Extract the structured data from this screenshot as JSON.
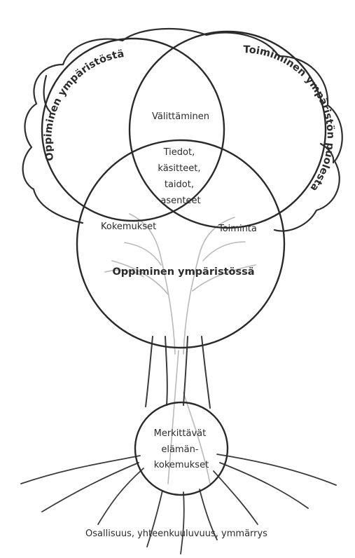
{
  "labels": {
    "left_arc": "Oppiminen ympäristöstä",
    "right_arc": "Toimiminen ympäristön puolesta",
    "bottom_circle": "Oppiminen ympäristössä",
    "top_overlap": "Välittäminen",
    "center_line1": "Tiedot,",
    "center_line2": "käsitteet,",
    "center_line3": "taidot,",
    "center_line4": "asenteet",
    "left_overlap": "Kokemukset",
    "right_overlap": "Toiminta",
    "root_line1": "Merkittävät",
    "root_line2": "elämän-",
    "root_line3": "kokemukset",
    "ground": "Osallisuus, yhteenkuuluvuus, ymmärrys"
  }
}
